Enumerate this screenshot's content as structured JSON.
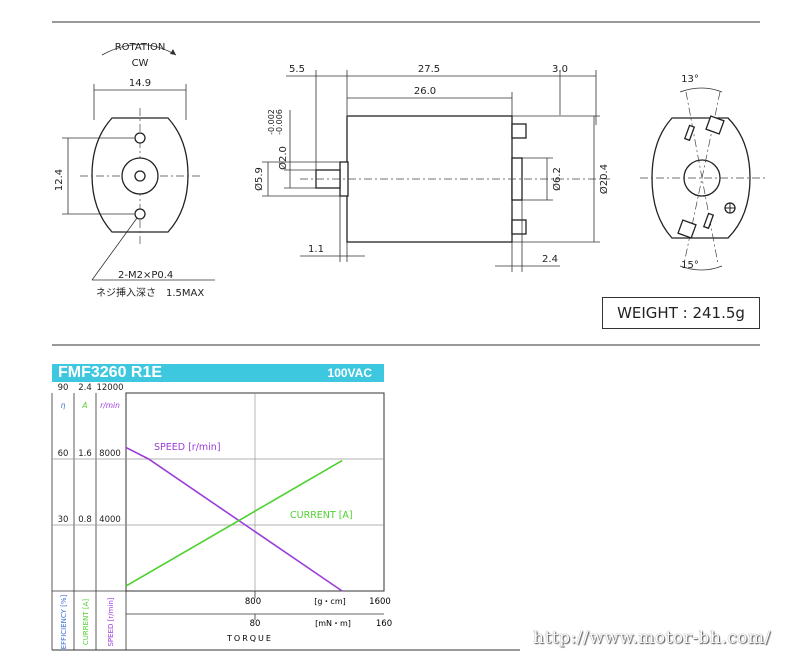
{
  "front_view": {
    "rotation_label": "ROTATION",
    "direction": "CW",
    "width_dim": "14.9",
    "height_dim": "12.4",
    "screw_note_1": "2-M2×P0.4",
    "screw_note_2": "ネジ挿入深さ　1.5MAX"
  },
  "side_view": {
    "dim_shaft_len": "5.5",
    "dim_body_total": "27.5",
    "dim_terminal": "3.0",
    "dim_body": "26.0",
    "dim_shaft_dia": "Ø2.0",
    "dim_shaft_tol_upper": "-0.002",
    "dim_shaft_tol_lower": "-0.006",
    "dim_boss": "Ø5.9",
    "dim_boss_len": "1.1",
    "dim_rear_boss": "Ø6.2",
    "dim_body_dia": "Ø20.4",
    "dim_rear_len": "2.4"
  },
  "rear_view": {
    "angle_top": "13°",
    "angle_bottom": "15°"
  },
  "weight": "WEIGHT : 241.5g",
  "chart_header": {
    "model": "FMF3260 R1E",
    "voltage": "100VAC"
  },
  "chart_data": {
    "type": "line",
    "x_axis_labels": [
      "TORQUE"
    ],
    "x_unit_1": "[g・cm]",
    "x_ticks_1": [
      "800",
      "1600"
    ],
    "x_unit_2": "[mN・m]",
    "x_ticks_2": [
      "80",
      "160"
    ],
    "xlim": [
      0,
      1600
    ],
    "y_axes": [
      {
        "symbol": "η",
        "ticks": [
          "30",
          "60",
          "90"
        ],
        "label": "EFFICIENCY [%]",
        "ylim": [
          0,
          90
        ]
      },
      {
        "symbol": "A",
        "ticks": [
          "0.8",
          "1.6",
          "2.4"
        ],
        "label": "CURRENT [A]",
        "ylim": [
          0,
          2.4
        ]
      },
      {
        "symbol": "r/min",
        "ticks": [
          "4000",
          "8000",
          "12000"
        ],
        "label": "SPEED [r/min]",
        "ylim": [
          0,
          12000
        ]
      }
    ],
    "series": [
      {
        "name": "SPEED [r/min]",
        "axis": 2,
        "color": "#9b3ddb",
        "x": [
          0,
          140,
          1340
        ],
        "y": [
          8700,
          8000,
          0
        ]
      },
      {
        "name": "CURRENT [A]",
        "axis": 1,
        "color": "#4ed12e",
        "x": [
          0,
          1340
        ],
        "y": [
          0.06,
          1.58
        ]
      }
    ]
  },
  "watermark": "http://www.motor-bh.com/"
}
